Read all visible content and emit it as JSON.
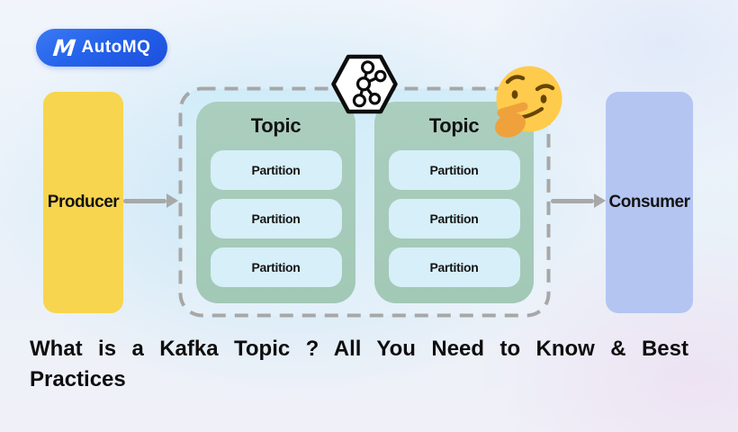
{
  "brand": {
    "name": "AutoMQ",
    "badge_color": "#2563EB",
    "logo_icon": "automq-m-icon"
  },
  "diagram": {
    "producer": {
      "label": "Producer",
      "color": "#F8D54F"
    },
    "consumer": {
      "label": "Consumer",
      "color": "#B4C5F2"
    },
    "cluster": {
      "border_color": "#A7A7A7",
      "border_style": "dashed",
      "kafka_icon": "kafka-hexagon-icon",
      "emoji_icon": "thinking-face-emoji",
      "topic_color": "#A6CBB9",
      "partition_color": "#D6EFF8",
      "topics": [
        {
          "label": "Topic",
          "partitions": [
            "Partition",
            "Partition",
            "Partition"
          ]
        },
        {
          "label": "Topic",
          "partitions": [
            "Partition",
            "Partition",
            "Partition"
          ]
        }
      ]
    },
    "arrows": {
      "color": "#A8A8A8",
      "producer_to_cluster": "producer-to-cluster",
      "cluster_to_consumer": "cluster-to-consumer"
    }
  },
  "title": {
    "line1": "What is a Kafka Topic ? All You Need to Know & Best",
    "line2": "Practices"
  }
}
